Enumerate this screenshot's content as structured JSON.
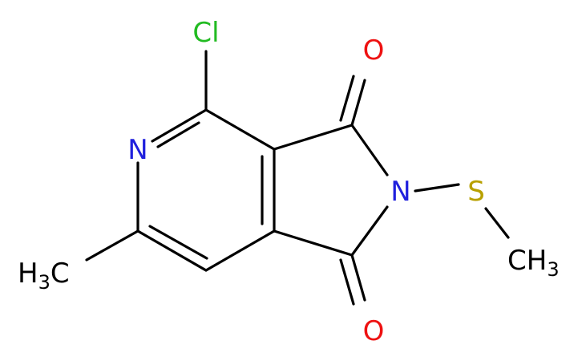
{
  "atoms": {
    "cl": {
      "text": "Cl",
      "color": "#22bb22"
    },
    "n_ring": {
      "text": "N",
      "color": "#2020dd"
    },
    "n_imide": {
      "text": "N",
      "color": "#2020dd"
    },
    "o_top": {
      "text": "O",
      "color": "#ee1111"
    },
    "o_bottom": {
      "text": "O",
      "color": "#ee1111"
    },
    "s": {
      "text": "S",
      "color": "#b8a000"
    },
    "ch3_left": {
      "main": "H",
      "sub": "3",
      "tail": "C",
      "color": "#000000"
    },
    "ch3_right": {
      "main": "CH",
      "sub": "3",
      "color": "#000000"
    }
  },
  "bond_color": "#000000"
}
